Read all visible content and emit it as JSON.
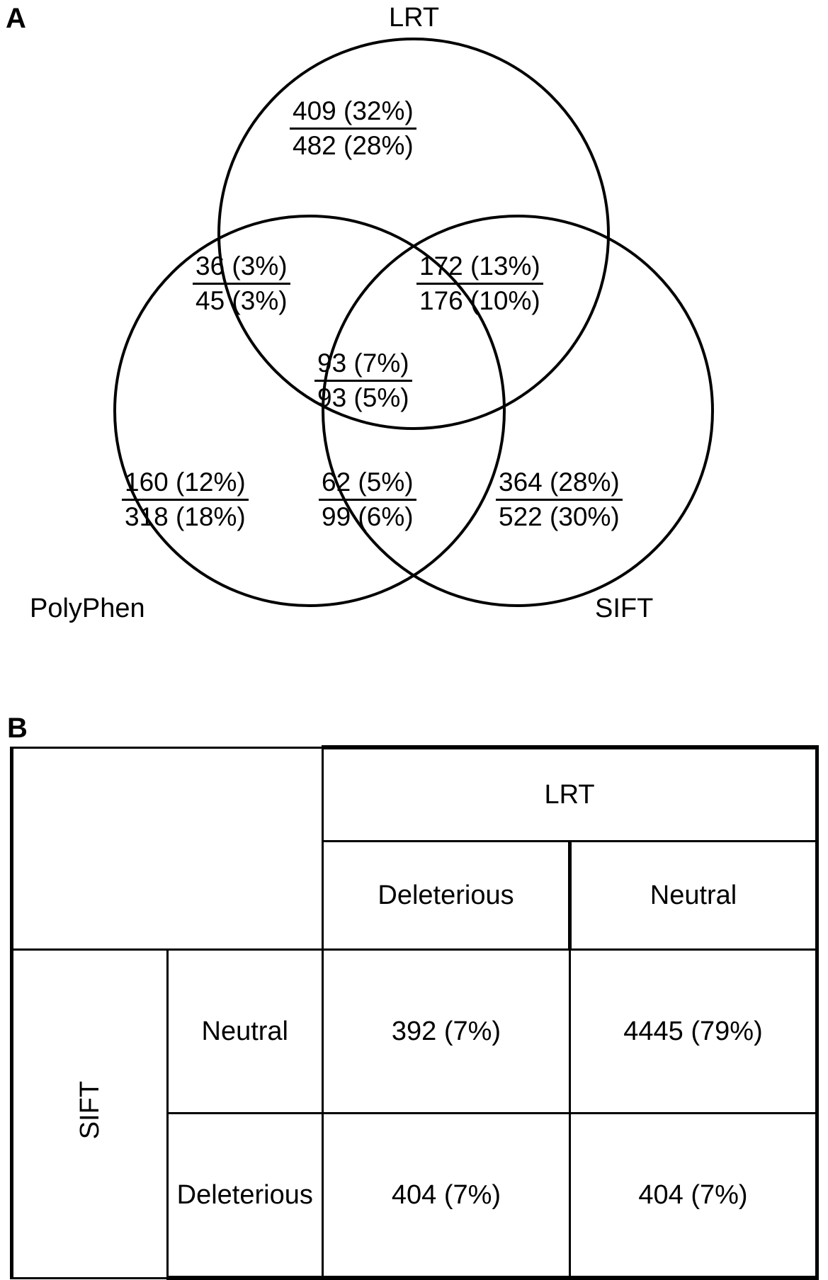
{
  "figure": {
    "panel_a_letter": "A",
    "panel_b_letter": "B"
  },
  "chart_data": {
    "type": "diagram",
    "subtype": "venn3",
    "title": "",
    "sets": [
      "LRT",
      "PolyPhen",
      "SIFT"
    ],
    "legend_note": "Each region shows two values as a fraction: numerator over denominator, each with a percentage.",
    "regions": [
      {
        "id": "LRT-only",
        "sets": [
          "LRT"
        ],
        "numerator": "409 (32%)",
        "denominator": "482 (28%)"
      },
      {
        "id": "LRT-PolyPhen",
        "sets": [
          "LRT",
          "PolyPhen"
        ],
        "numerator": "36 (3%)",
        "denominator": "45 (3%)"
      },
      {
        "id": "LRT-SIFT",
        "sets": [
          "LRT",
          "SIFT"
        ],
        "numerator": "172 (13%)",
        "denominator": "176 (10%)"
      },
      {
        "id": "LRT-PolyPhen-SIFT",
        "sets": [
          "LRT",
          "PolyPhen",
          "SIFT"
        ],
        "numerator": "93 (7%)",
        "denominator": "93 (5%)"
      },
      {
        "id": "PolyPhen-only",
        "sets": [
          "PolyPhen"
        ],
        "numerator": "160 (12%)",
        "denominator": "318 (18%)"
      },
      {
        "id": "PolyPhen-SIFT",
        "sets": [
          "PolyPhen",
          "SIFT"
        ],
        "numerator": "62 (5%)",
        "denominator": "99 (6%)"
      },
      {
        "id": "SIFT-only",
        "sets": [
          "SIFT"
        ],
        "numerator": "364 (28%)",
        "denominator": "522 (30%)"
      }
    ]
  },
  "venn": {
    "label_lrt": "LRT",
    "label_polyphen": "PolyPhen",
    "label_sift": "SIFT",
    "lrt_only": {
      "numerator": "409 (32%)",
      "denominator": "482 (28%)"
    },
    "lrt_polyphen": {
      "numerator": "36 (3%)",
      "denominator": "45 (3%)"
    },
    "lrt_sift": {
      "numerator": "172 (13%)",
      "denominator": "176 (10%)"
    },
    "all_three": {
      "numerator": "93 (7%)",
      "denominator": "93 (5%)"
    },
    "polyphen_only": {
      "numerator": "160 (12%)",
      "denominator": "318 (18%)"
    },
    "polyphen_sift": {
      "numerator": "62 (5%)",
      "denominator": "99 (6%)"
    },
    "sift_only": {
      "numerator": "364 (28%)",
      "denominator": "522 (30%)"
    },
    "stroke_color": "#000000"
  },
  "table": {
    "col_group_header": "LRT",
    "row_group_header": "SIFT",
    "column_headers": [
      "Deleterious",
      "Neutral"
    ],
    "rows": [
      {
        "label": "Neutral",
        "cells": [
          "392 (7%)",
          "4445 (79%)"
        ]
      },
      {
        "label": "Deleterious",
        "cells": [
          "404 (7%)",
          "404 (7%)"
        ]
      }
    ]
  }
}
